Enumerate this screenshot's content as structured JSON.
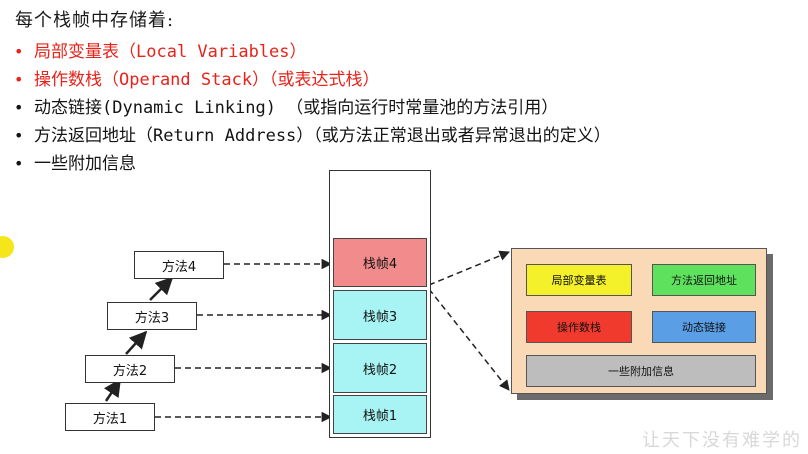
{
  "heading": "每个栈帧中存储着:",
  "bullets": [
    {
      "text": "局部变量表（Local Variables）",
      "color": "#e8231a"
    },
    {
      "text": "操作数栈（Operand Stack）（或表达式栈）",
      "color": "#e8231a"
    },
    {
      "text": "动态链接(Dynamic Linking) （或指向运行时常量池的方法引用）",
      "color": "#141414"
    },
    {
      "text": "方法返回地址（Return Address）（或方法正常退出或者异常退出的定义）",
      "color": "#141414"
    },
    {
      "text": "一些附加信息",
      "color": "#141414"
    }
  ],
  "bullet_symbol": "•",
  "methods": [
    "方法4",
    "方法3",
    "方法2",
    "方法1"
  ],
  "frames": [
    "栈帧4",
    "栈帧3",
    "栈帧2",
    "栈帧1"
  ],
  "frame_detail": {
    "local_vars": "局部变量表",
    "return_addr": "方法返回地址",
    "operand_stack": "操作数栈",
    "dynamic_link": "动态链接",
    "extra_info": "一些附加信息"
  },
  "colors": {
    "top_frame": "#f28b8b",
    "frame": "#a8f3f3",
    "detail_bg": "#f9d9b6",
    "local_vars": "#f4f02a",
    "return_addr": "#5ee25e",
    "operand_stack": "#f03a2e",
    "dynamic_link": "#5a9ee6",
    "extra_info": "#bdbdbd"
  },
  "watermark": "让天下没有难学的"
}
